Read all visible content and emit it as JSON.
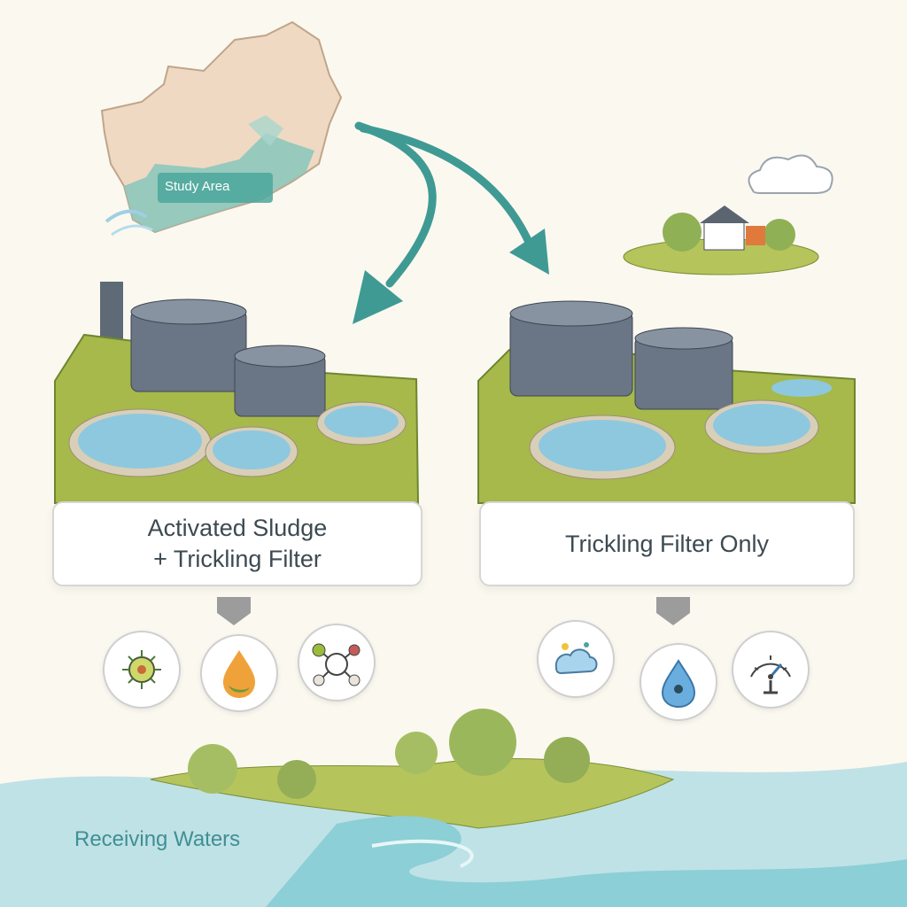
{
  "map": {
    "region_label": "Study Area"
  },
  "treatment_options": [
    {
      "label": "Activated Sludge\n+ Trickling Filter"
    },
    {
      "label": "Trickling Filter Only"
    }
  ],
  "receiving": {
    "label": "Receiving Waters"
  },
  "indicator_icons_left": [
    "virus-icon",
    "oil-drop-icon",
    "molecule-icon"
  ],
  "indicator_icons_right": [
    "foam-icon",
    "water-drop-icon",
    "pressure-gauge-icon"
  ],
  "colors": {
    "accent_teal": "#3f9a94",
    "ground_green": "#a6b94a",
    "tank_grey": "#6a7585",
    "water_blue": "#8ec8df",
    "map_beige": "#efd9c3"
  }
}
